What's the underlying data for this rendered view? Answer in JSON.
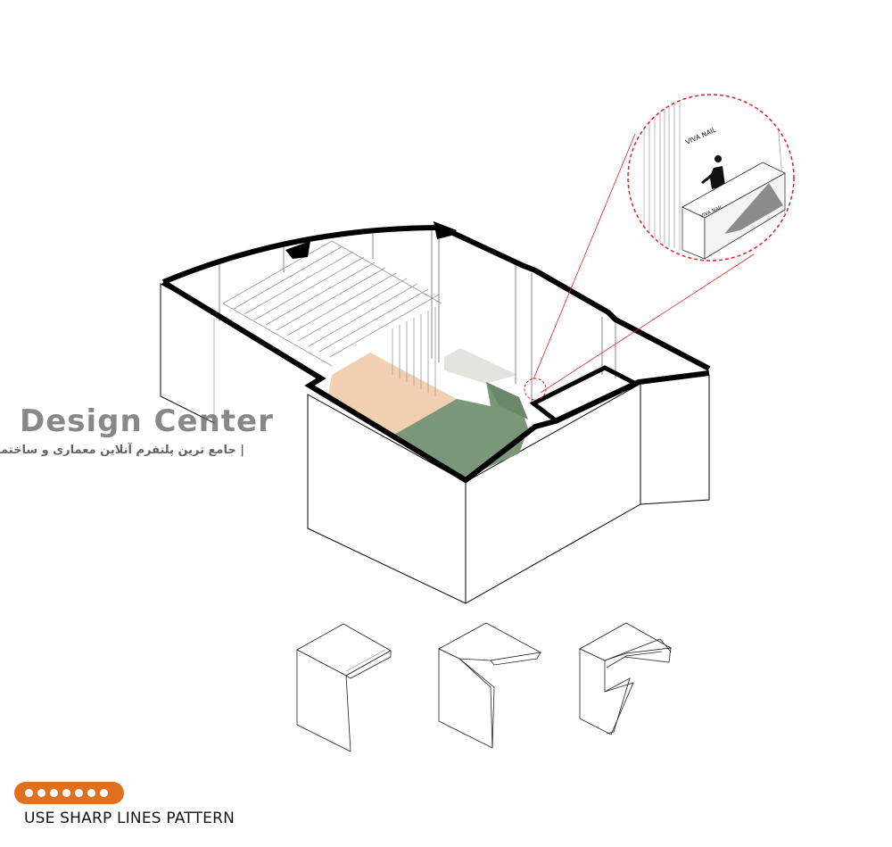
{
  "watermark": {
    "title": "Design Center",
    "subtitle": "| جامع ترین پلتفرم آنلاین معماری و ساختمان |"
  },
  "callout": {
    "wall_sign": "VIVA NAIL",
    "desk_sign": "VIVA NAIL"
  },
  "legend": {
    "dot_count": 7,
    "caption": "USE SHARP LINES PATTERN"
  },
  "colors": {
    "accent": "#e0701e",
    "peach_floor": "#f1cfb1",
    "green_floor": "#7a977a",
    "grey_floor": "#e4e4df",
    "callout_ring": "#e02020",
    "wall": "#000000"
  }
}
